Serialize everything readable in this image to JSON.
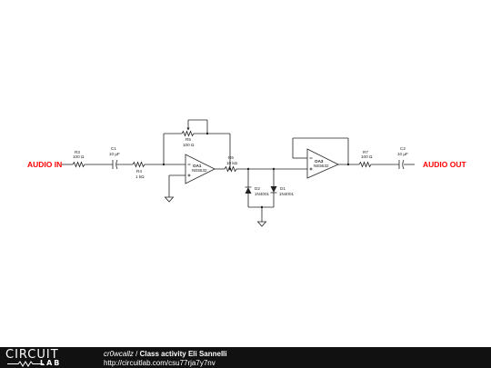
{
  "io": {
    "input": "AUDIO IN",
    "output": "AUDIO OUT"
  },
  "components": {
    "R3_in": {
      "ref": "R3",
      "value": "100 Ω"
    },
    "C1": {
      "ref": "C1",
      "value": "10 µF"
    },
    "R4": {
      "ref": "R4",
      "value": "1 kΩ"
    },
    "R5": {
      "ref": "R5",
      "value": "100 Ω"
    },
    "OA1": {
      "ref": "OA1",
      "part": "NE5532"
    },
    "R6": {
      "ref": "R6",
      "value": "10 kΩ"
    },
    "D2": {
      "ref": "D2",
      "part": "1N4001"
    },
    "D1": {
      "ref": "D1",
      "part": "1N4001"
    },
    "OA3": {
      "ref": "OA3",
      "part": "NE5532"
    },
    "R7": {
      "ref": "R7",
      "value": "100 Ω"
    },
    "C2": {
      "ref": "C2",
      "value": "10 µF"
    }
  },
  "footer": {
    "logo_top": "CIRCUIT",
    "logo_bottom": "LAB",
    "user": "cr0wcallz",
    "separator": " / ",
    "title": "Class activity Eli Sannelli",
    "url": "http://circuitlab.com/csu77rja7y7nv"
  }
}
